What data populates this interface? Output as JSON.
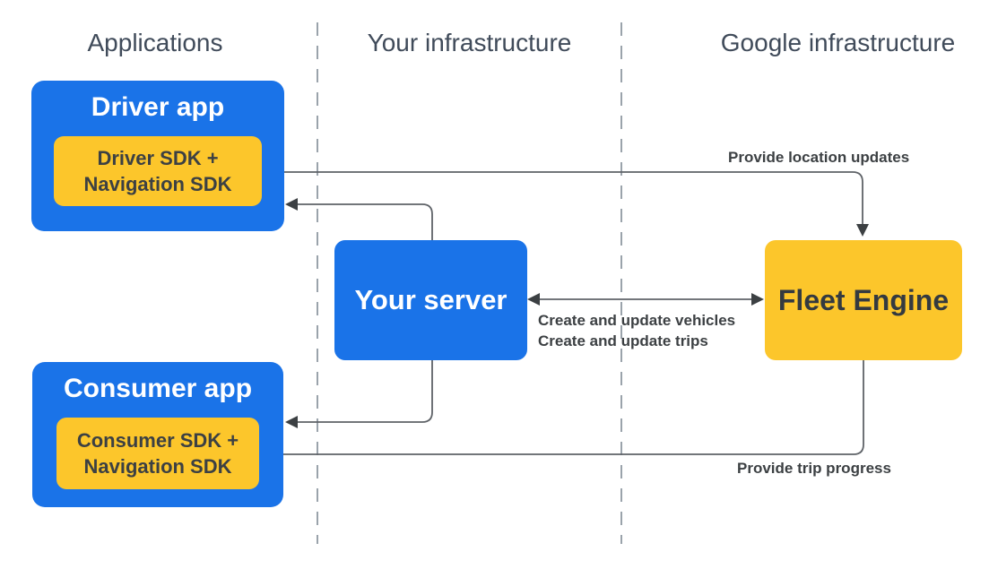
{
  "diagram": {
    "columns": [
      {
        "label": "Applications"
      },
      {
        "label": "Your infrastructure"
      },
      {
        "label": "Google infrastructure"
      }
    ],
    "nodes": {
      "driver_app": {
        "title": "Driver app",
        "sdk_lines": [
          "Driver SDK +",
          "Navigation SDK"
        ]
      },
      "consumer_app": {
        "title": "Consumer app",
        "sdk_lines": [
          "Consumer SDK +",
          "Navigation SDK"
        ]
      },
      "your_server": {
        "title": "Your server"
      },
      "fleet_engine": {
        "title": "Fleet Engine"
      }
    },
    "edge_labels": {
      "provide_location_updates": "Provide location updates",
      "create_update_vehicles": "Create and update vehicles",
      "create_update_trips": "Create and update trips",
      "provide_trip_progress": "Provide trip progress"
    },
    "colors": {
      "box_blue": "#1a73e8",
      "box_yellow": "#fcc62b",
      "wire_gray": "#5f6368",
      "arrowhead_dark": "#3c4043",
      "divider_gray": "#9aa3ab",
      "heading_text": "#404b5a",
      "dark_text": "#3c4043",
      "light_text": "#ffffff"
    }
  }
}
